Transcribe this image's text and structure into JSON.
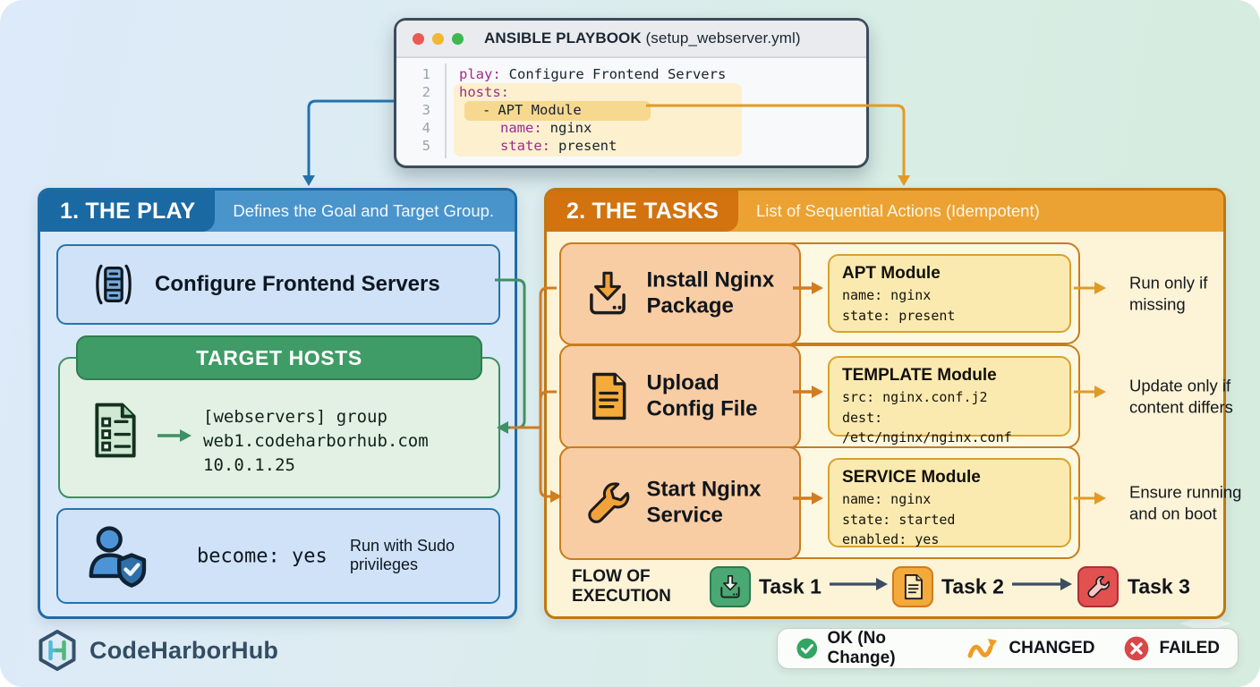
{
  "colors": {
    "play_accent": "#1b69a3",
    "play_light": "#4a94cc",
    "tasks_accent": "#d2730f",
    "tasks_light": "#eca233",
    "target_green": "#3f9c66",
    "module_yellow": "#fbeab0",
    "ok_green": "#33a563",
    "changed_orange": "#ee9d27",
    "failed_red": "#d84848"
  },
  "code_window": {
    "title_bold": "ANSIBLE PLAYBOOK",
    "title_rest": "(setup_webserver.yml)",
    "lines": {
      "l1": {
        "num": "1",
        "key": "play:",
        "rest": "Configure Frontend Servers"
      },
      "l2": {
        "num": "2",
        "key": "hosts:",
        "rest": ""
      },
      "l3": {
        "num": "3",
        "dash": "-",
        "text": "APT Module"
      },
      "l4": {
        "num": "4",
        "key": "name:",
        "rest": "nginx"
      },
      "l5": {
        "num": "5",
        "key": "state:",
        "rest": "present"
      }
    }
  },
  "play": {
    "heading": "1. THE PLAY",
    "subtitle": "Defines the Goal and Target Group.",
    "name_card": "Configure Frontend Servers",
    "target_hosts": {
      "heading": "TARGET HOSTS",
      "details": "[webservers] group\nweb1.codeharborhub.com\n10.0.1.25"
    },
    "become": {
      "code": "become: yes",
      "caption": "Run with Sudo privileges"
    }
  },
  "tasks": {
    "heading": "2. THE TASKS",
    "subtitle": "List of Sequential Actions (Idempotent)",
    "rows": [
      {
        "title": "Install Nginx Package",
        "module_title": "APT Module",
        "module_code": "name: nginx\nstate: present",
        "caption": "Run only if missing"
      },
      {
        "title": "Upload Config File",
        "module_title": "TEMPLATE Module",
        "module_code": "src: nginx.conf.j2\ndest: /etc/nginx/nginx.conf",
        "caption": "Update only if content differs"
      },
      {
        "title": "Start Nginx Service",
        "module_title": "SERVICE Module",
        "module_code": "name: nginx\nstate: started\nenabled: yes",
        "caption": "Ensure running and on boot"
      }
    ],
    "flow": {
      "label": "FLOW OF\nEXECUTION",
      "steps": [
        "Task 1",
        "Task 2",
        "Task 3"
      ]
    }
  },
  "footer": {
    "brand": "CodeHarborHub",
    "legend": [
      {
        "label": "OK (No Change)"
      },
      {
        "label": "CHANGED"
      },
      {
        "label": "FAILED"
      }
    ]
  }
}
